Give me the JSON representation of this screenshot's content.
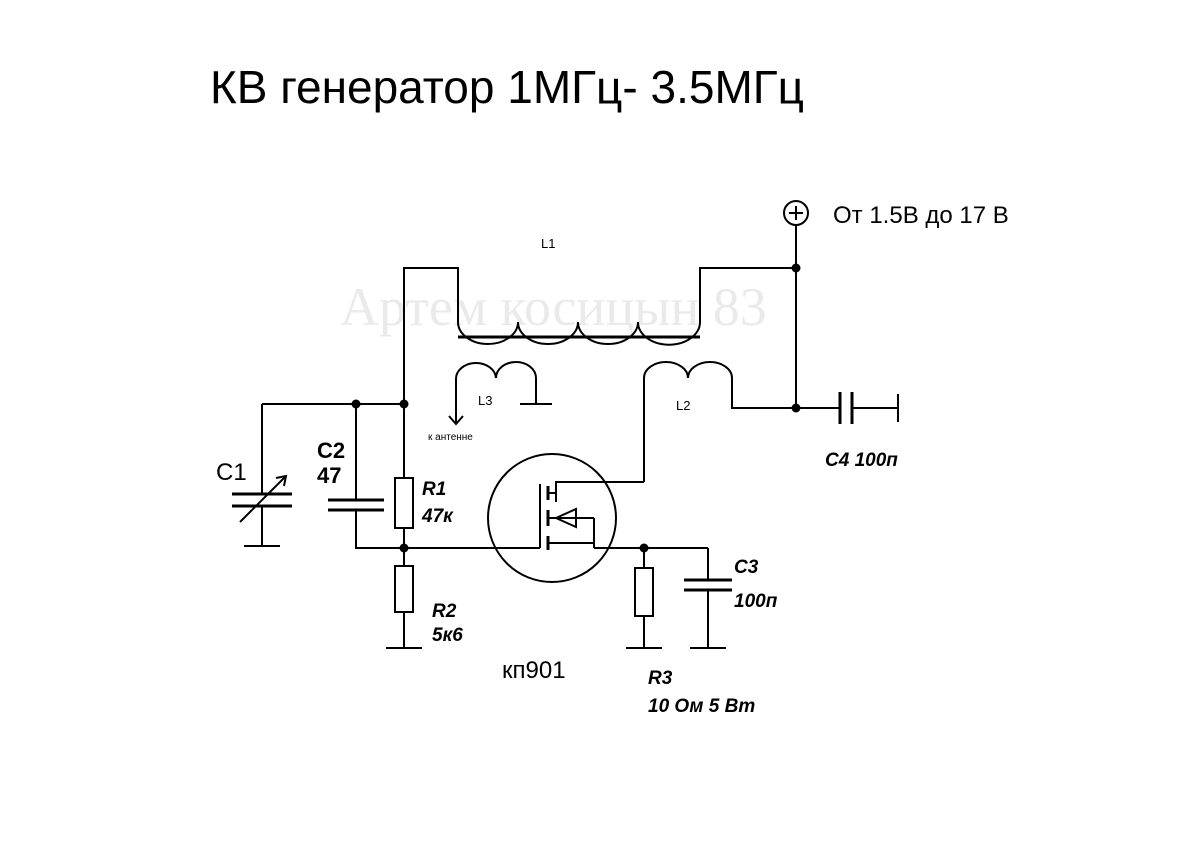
{
  "title": "КВ генератор 1МГц- 3.5МГц",
  "watermark": "Артем косицын 83",
  "supply": {
    "symbol": "+",
    "label": "От 1.5В до 17 В"
  },
  "components": {
    "L1": {
      "name": "L1"
    },
    "L2": {
      "name": "L2"
    },
    "L3": {
      "name": "L3",
      "note": "к антенне"
    },
    "C1": {
      "name": "C1"
    },
    "C2": {
      "name": "C2",
      "value": "47"
    },
    "C3": {
      "name": "C3",
      "value": "100п"
    },
    "C4": {
      "name": "C4 100п"
    },
    "R1": {
      "name": "R1",
      "value": "47к"
    },
    "R2": {
      "name": "R2",
      "value": "5к6"
    },
    "R3": {
      "name": "R3",
      "value": "10 Ом 5 Вт"
    },
    "transistor": {
      "name": "кп901"
    }
  }
}
